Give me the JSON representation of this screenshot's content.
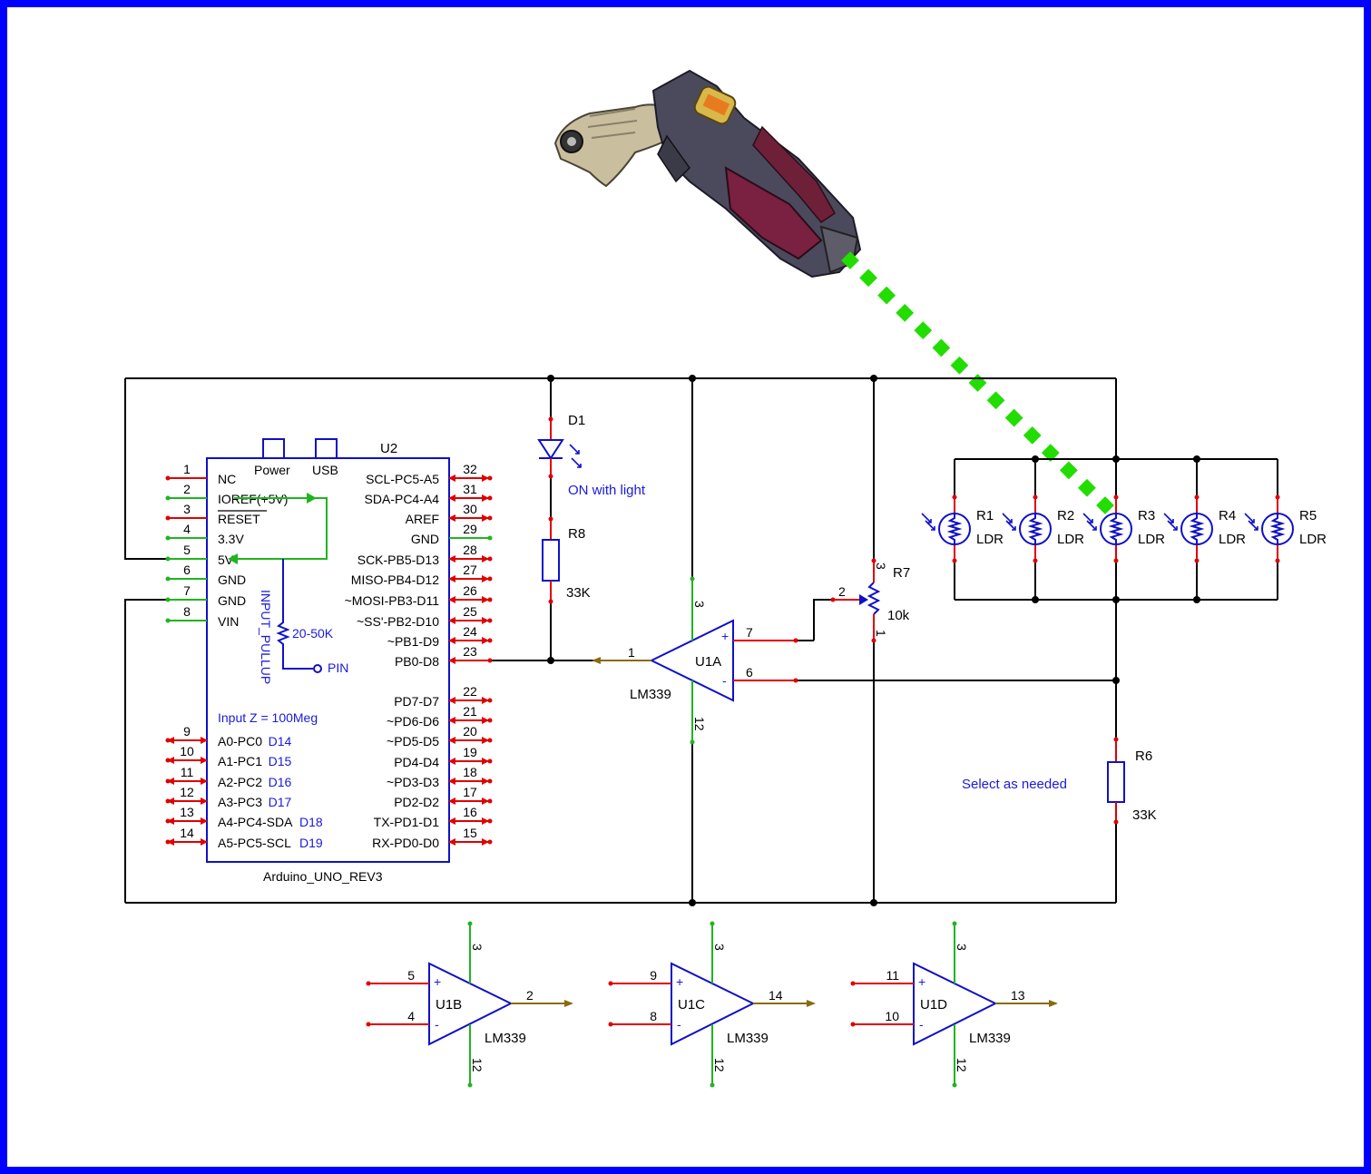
{
  "arduino": {
    "ref": "U2",
    "name": "Arduino_UNO_REV3",
    "power_label": "Power",
    "usb_label": "USB",
    "input_z": "Input Z = 100Meg",
    "pullup_label": "INPUT_PULLUP",
    "pullup_value": "20-50K",
    "pin_label": "PIN",
    "left_pins": [
      {
        "num": "1",
        "name": "NC",
        "d": ""
      },
      {
        "num": "2",
        "name": "IOREF(+5V)",
        "d": ""
      },
      {
        "num": "3",
        "name": "RESET",
        "d": ""
      },
      {
        "num": "4",
        "name": "3.3V",
        "d": ""
      },
      {
        "num": "5",
        "name": "5V",
        "d": ""
      },
      {
        "num": "6",
        "name": "GND",
        "d": ""
      },
      {
        "num": "7",
        "name": "GND",
        "d": ""
      },
      {
        "num": "8",
        "name": "VIN",
        "d": ""
      },
      {
        "num": "9",
        "name": "A0-PC0",
        "d": "D14"
      },
      {
        "num": "10",
        "name": "A1-PC1",
        "d": "D15"
      },
      {
        "num": "11",
        "name": "A2-PC2",
        "d": "D16"
      },
      {
        "num": "12",
        "name": "A3-PC3",
        "d": "D17"
      },
      {
        "num": "13",
        "name": "A4-PC4-SDA",
        "d": "D18"
      },
      {
        "num": "14",
        "name": "A5-PC5-SCL",
        "d": "D19"
      }
    ],
    "right_pins": [
      {
        "num": "32",
        "name": "SCL-PC5-A5"
      },
      {
        "num": "31",
        "name": "SDA-PC4-A4"
      },
      {
        "num": "30",
        "name": "AREF"
      },
      {
        "num": "29",
        "name": "GND"
      },
      {
        "num": "28",
        "name": "SCK-PB5-D13"
      },
      {
        "num": "27",
        "name": "MISO-PB4-D12"
      },
      {
        "num": "26",
        "name": "~MOSI-PB3-D11"
      },
      {
        "num": "25",
        "name": "~SS'-PB2-D10"
      },
      {
        "num": "24",
        "name": "~PB1-D9"
      },
      {
        "num": "23",
        "name": "PB0-D8"
      },
      {
        "num": "22",
        "name": "PD7-D7"
      },
      {
        "num": "21",
        "name": "~PD6-D6"
      },
      {
        "num": "20",
        "name": "~PD5-D5"
      },
      {
        "num": "19",
        "name": "PD4-D4"
      },
      {
        "num": "18",
        "name": "~PD3-D3"
      },
      {
        "num": "17",
        "name": "PD2-D2"
      },
      {
        "num": "16",
        "name": "TX-PD1-D1"
      },
      {
        "num": "15",
        "name": "RX-PD0-D0"
      }
    ]
  },
  "d1": {
    "ref": "D1",
    "note": "ON with light"
  },
  "r8": {
    "ref": "R8",
    "value": "33K"
  },
  "r6": {
    "ref": "R6",
    "value": "33K",
    "note": "Select as needed"
  },
  "r7": {
    "ref": "R7",
    "value": "10k",
    "pin1": "1",
    "pin2": "2",
    "pin3": "3"
  },
  "ldrs": [
    {
      "ref": "R1",
      "value": "LDR"
    },
    {
      "ref": "R2",
      "value": "LDR"
    },
    {
      "ref": "R3",
      "value": "LDR"
    },
    {
      "ref": "R4",
      "value": "LDR"
    },
    {
      "ref": "R5",
      "value": "LDR"
    }
  ],
  "u1a": {
    "ref": "U1A",
    "part": "LM339",
    "in_plus": "7",
    "in_minus": "6",
    "out": "1",
    "vcc": "3",
    "gnd": "12"
  },
  "spare_units": [
    {
      "ref": "U1B",
      "part": "LM339",
      "in_plus": "5",
      "in_minus": "4",
      "out": "2",
      "vcc": "3",
      "gnd": "12"
    },
    {
      "ref": "U1C",
      "part": "LM339",
      "in_plus": "9",
      "in_minus": "8",
      "out": "14",
      "vcc": "3",
      "gnd": "12"
    },
    {
      "ref": "U1D",
      "part": "LM339",
      "in_plus": "11",
      "in_minus": "10",
      "out": "13",
      "vcc": "3",
      "gnd": "12"
    }
  ],
  "colors": {
    "frame": "#0000ff",
    "wire": "#000000",
    "pin_red": "#e00000",
    "pin_green": "#1fb51f",
    "text_blue": "#1a1adb",
    "laser": "#22dd00"
  }
}
